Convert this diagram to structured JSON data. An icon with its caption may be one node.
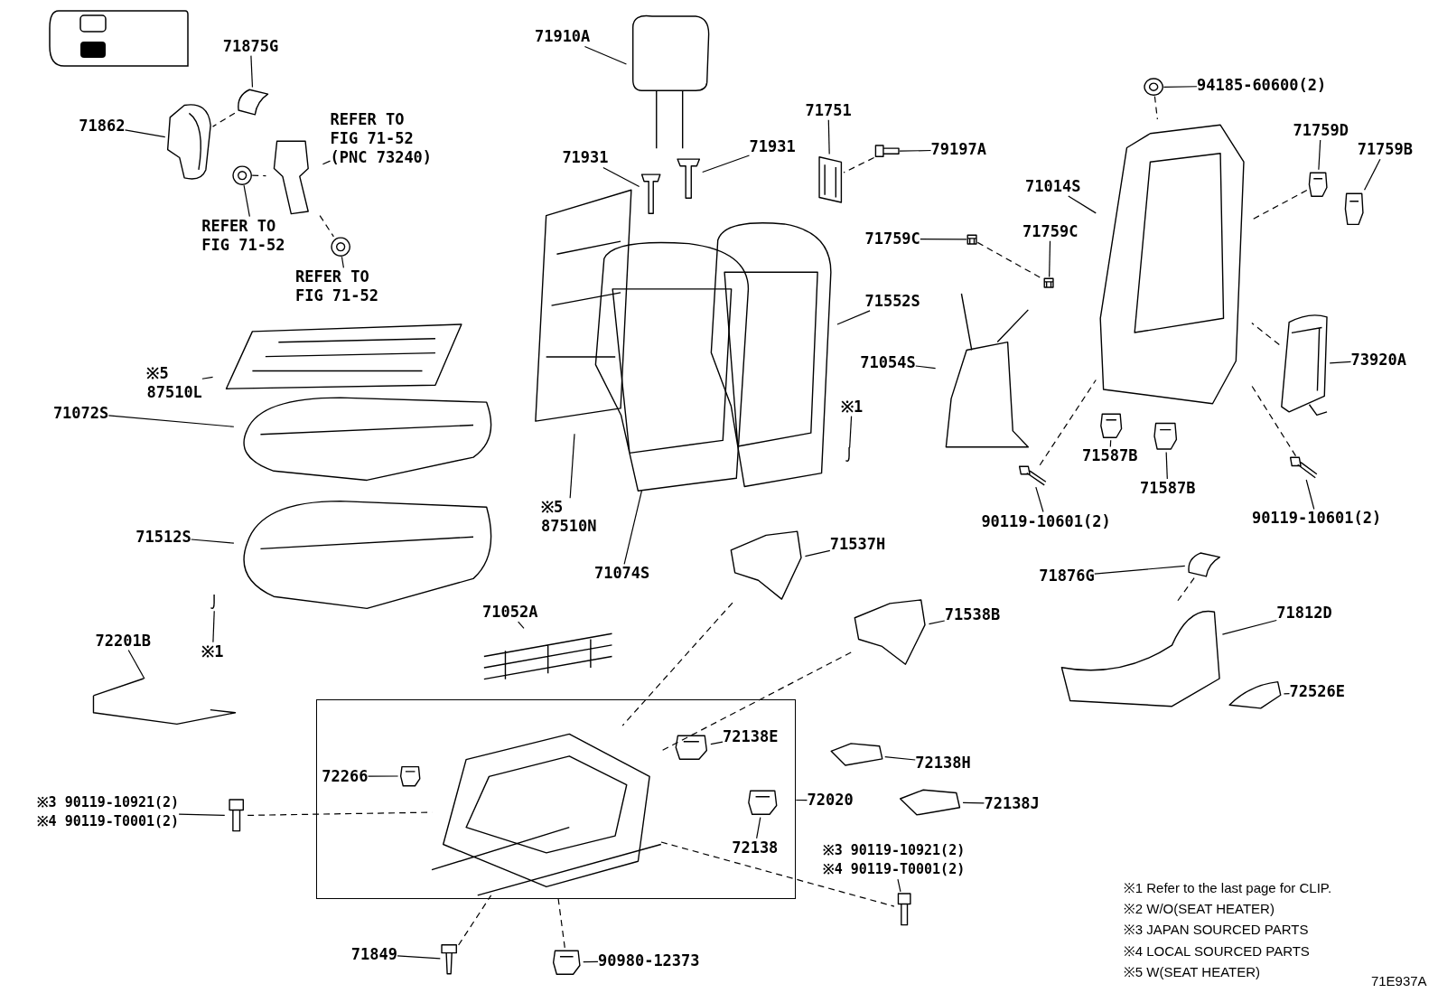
{
  "diagram": {
    "nodes": [
      {
        "text": [
          "71910A"
        ]
      },
      {
        "text": [],
        "shape": "picture"
      },
      {
        "text": [
          "71875G"
        ]
      },
      {
        "text": [],
        "shape": "picture"
      },
      {
        "text": [
          "71862"
        ]
      },
      {
        "text": [],
        "shape": "picture"
      },
      {
        "text": [
          "REFER TO FIG 71-52 (PNC 73240)"
        ]
      },
      {
        "text": [],
        "shape": "picture"
      },
      {
        "text": [
          "REFER TO FIG 71-52"
        ]
      },
      {
        "text": [],
        "shape": "picture"
      },
      {
        "text": [
          "REFER TO FIG 71-52"
        ]
      },
      {
        "text": [],
        "shape": "picture"
      },
      {
        "text": [
          "71931"
        ]
      },
      {
        "text": [],
        "shape": "picture"
      },
      {
        "text": [
          "71931"
        ]
      },
      {
        "text": [],
        "shape": "picture"
      },
      {
        "text": [
          "71751"
        ]
      },
      {
        "text": [],
        "shape": "picture"
      },
      {
        "text": [
          "79197A"
        ]
      },
      {
        "text": [],
        "shape": "picture"
      },
      {
        "text": [
          "94185-60600(2)"
        ]
      },
      {
        "text": [],
        "shape": "picture"
      },
      {
        "text": [
          "71759D"
        ]
      },
      {
        "text": [],
        "shape": "picture"
      },
      {
        "text": [
          "71759B"
        ]
      },
      {
        "text": [],
        "shape": "picture"
      },
      {
        "text": [
          "71014S"
        ]
      },
      {
        "text": [],
        "shape": "picture"
      },
      {
        "text": [
          "71759C"
        ]
      },
      {
        "text": [],
        "shape": "picture"
      },
      {
        "text": [
          "71759C"
        ]
      },
      {
        "text": [],
        "shape": "picture"
      },
      {
        "text": [
          "71552S"
        ]
      },
      {
        "text": [],
        "shape": "picture"
      },
      {
        "text": [
          "71054S"
        ]
      },
      {
        "text": [],
        "shape": "picture"
      },
      {
        "text": [
          "73920A"
        ]
      },
      {
        "text": [],
        "shape": "picture"
      },
      {
        "text": [
          "※1"
        ]
      },
      {
        "text": [],
        "shape": "picture"
      },
      {
        "text": [
          "71587B"
        ]
      },
      {
        "text": [],
        "shape": "picture"
      },
      {
        "text": [
          "71587B"
        ]
      },
      {
        "text": [],
        "shape": "picture"
      },
      {
        "text": [
          "90119-10601(2)"
        ]
      },
      {
        "text": [],
        "shape": "picture"
      },
      {
        "text": [
          "90119-10601(2)"
        ]
      },
      {
        "text": [],
        "shape": "picture"
      },
      {
        "text": [
          "71072S"
        ]
      },
      {
        "text": [],
        "shape": "picture"
      },
      {
        "text": [
          "※5",
          "87510L"
        ]
      },
      {
        "text": [],
        "shape": "picture"
      },
      {
        "text": [
          "71512S"
        ]
      },
      {
        "text": [],
        "shape": "picture"
      },
      {
        "text": [
          "※1"
        ]
      },
      {
        "text": [],
        "shape": "picture"
      },
      {
        "text": [
          "72201B"
        ]
      },
      {
        "text": [],
        "shape": "picture"
      },
      {
        "text": [
          "※5",
          "87510N"
        ]
      },
      {
        "text": [],
        "shape": "picture"
      },
      {
        "text": [
          "71074S"
        ]
      },
      {
        "text": [],
        "shape": "picture"
      },
      {
        "text": [
          "71537H"
        ]
      },
      {
        "text": [],
        "shape": "picture"
      },
      {
        "text": [
          "71538B"
        ]
      },
      {
        "text": [],
        "shape": "picture"
      },
      {
        "text": [
          "71052A"
        ]
      },
      {
        "text": [],
        "shape": "picture"
      },
      {
        "text": [
          "71876G"
        ]
      },
      {
        "text": [],
        "shape": "picture"
      },
      {
        "text": [
          "71812D"
        ]
      },
      {
        "text": [],
        "shape": "picture"
      },
      {
        "text": [
          "72526E"
        ]
      },
      {
        "text": [],
        "shape": "picture"
      },
      {
        "text": [
          "72020"
        ]
      },
      {
        "text": [],
        "shape": "box"
      },
      {
        "text": [],
        "shape": "picture",
        "in": 75
      },
      {
        "text": [
          "72266"
        ],
        "in": 75
      },
      {
        "text": [],
        "shape": "picture",
        "in": 75
      },
      {
        "text": [
          "72138E"
        ],
        "in": 75
      },
      {
        "text": [],
        "shape": "picture",
        "in": 75
      },
      {
        "text": [
          "72138"
        ],
        "in": 75
      },
      {
        "text": [],
        "shape": "picture",
        "in": 75
      },
      {
        "text": [
          "72138H"
        ]
      },
      {
        "text": [],
        "shape": "picture"
      },
      {
        "text": [
          "72138J"
        ]
      },
      {
        "text": [],
        "shape": "picture"
      },
      {
        "text": [
          "※3 90119-10921(2)",
          "※4 90119-T0001(2)"
        ]
      },
      {
        "text": [],
        "shape": "picture"
      },
      {
        "text": [
          "※3 90119-10921(2)",
          "※4 90119-T0001(2)"
        ]
      },
      {
        "text": [],
        "shape": "picture"
      },
      {
        "text": [
          "71849"
        ]
      },
      {
        "text": [],
        "shape": "picture"
      },
      {
        "text": [
          "90980-12373"
        ]
      },
      {
        "text": [],
        "shape": "picture"
      }
    ],
    "edges": [
      {
        "from": 0,
        "to": 1,
        "arrow": "none"
      },
      {
        "from": 2,
        "to": 3,
        "arrow": "none"
      },
      {
        "from": 4,
        "to": 5,
        "arrow": "none"
      },
      {
        "from": 6,
        "to": 7,
        "arrow": "none"
      },
      {
        "from": 8,
        "to": 9,
        "arrow": "none"
      },
      {
        "from": 10,
        "to": 11,
        "arrow": "none"
      },
      {
        "from": 12,
        "to": 13,
        "arrow": "none"
      },
      {
        "from": 14,
        "to": 15,
        "arrow": "none"
      },
      {
        "from": 16,
        "to": 17,
        "arrow": "none"
      },
      {
        "from": 18,
        "to": 19,
        "arrow": "none"
      },
      {
        "from": 20,
        "to": 21,
        "arrow": "none"
      },
      {
        "from": 22,
        "to": 23,
        "arrow": "none"
      },
      {
        "from": 24,
        "to": 25,
        "arrow": "none"
      },
      {
        "from": 26,
        "to": 27,
        "arrow": "none"
      },
      {
        "from": 28,
        "to": 29,
        "arrow": "none"
      },
      {
        "from": 30,
        "to": 31,
        "arrow": "none"
      },
      {
        "from": 32,
        "to": 33,
        "arrow": "none"
      },
      {
        "from": 34,
        "to": 35,
        "arrow": "none"
      },
      {
        "from": 36,
        "to": 37,
        "arrow": "none"
      },
      {
        "from": 38,
        "to": 39,
        "arrow": "none"
      },
      {
        "from": 40,
        "to": 41,
        "arrow": "none"
      },
      {
        "from": 42,
        "to": 43,
        "arrow": "none"
      },
      {
        "from": 44,
        "to": 45,
        "arrow": "none"
      },
      {
        "from": 46,
        "to": 47,
        "arrow": "none"
      },
      {
        "from": 48,
        "to": 49,
        "arrow": "none"
      },
      {
        "from": 50,
        "to": 51,
        "arrow": "none"
      },
      {
        "from": 52,
        "to": 53,
        "arrow": "none"
      },
      {
        "from": 54,
        "to": 55,
        "arrow": "none"
      },
      {
        "from": 56,
        "to": 57,
        "arrow": "none"
      },
      {
        "from": 58,
        "to": 59,
        "arrow": "none"
      },
      {
        "from": 60,
        "to": 61,
        "arrow": "none"
      },
      {
        "from": 62,
        "to": 63,
        "arrow": "none"
      },
      {
        "from": 64,
        "to": 65,
        "arrow": "none"
      },
      {
        "from": 66,
        "to": 67,
        "arrow": "none"
      },
      {
        "from": 68,
        "to": 69,
        "arrow": "none"
      },
      {
        "from": 70,
        "to": 71,
        "arrow": "none"
      },
      {
        "from": 72,
        "to": 73,
        "arrow": "none"
      },
      {
        "from": 74,
        "to": 75,
        "arrow": "none"
      },
      {
        "from": 77,
        "to": 78,
        "arrow": "none"
      },
      {
        "from": 79,
        "to": 80,
        "arrow": "none"
      },
      {
        "from": 81,
        "to": 82,
        "arrow": "none"
      },
      {
        "from": 83,
        "to": 84,
        "arrow": "none"
      },
      {
        "from": 85,
        "to": 86,
        "arrow": "none"
      },
      {
        "from": 87,
        "to": 88,
        "arrow": "none"
      },
      {
        "from": 89,
        "to": 90,
        "arrow": "none"
      },
      {
        "from": 91,
        "to": 92,
        "arrow": "none"
      },
      {
        "from": 93,
        "to": 94,
        "arrow": "none"
      },
      {
        "from": 3,
        "to": 5,
        "arrow": "none",
        "style": "dashed"
      },
      {
        "from": 9,
        "to": 7,
        "arrow": "none",
        "style": "dashed"
      },
      {
        "from": 7,
        "to": 11,
        "arrow": "none",
        "style": "dashed"
      },
      {
        "from": 19,
        "to": 17,
        "arrow": "none",
        "style": "dashed"
      },
      {
        "from": 21,
        "to": 27,
        "arrow": "none",
        "style": "dashed"
      },
      {
        "from": 29,
        "to": 31,
        "arrow": "none",
        "style": "dashed"
      },
      {
        "from": 45,
        "to": 27,
        "arrow": "none",
        "style": "dashed"
      },
      {
        "from": 47,
        "to": 27,
        "arrow": "none",
        "style": "dashed"
      },
      {
        "from": 23,
        "to": 27,
        "arrow": "none",
        "style": "dashed"
      },
      {
        "from": 37,
        "to": 27,
        "arrow": "none",
        "style": "dashed"
      },
      {
        "from": 69,
        "to": 71,
        "arrow": "none",
        "style": "dashed"
      },
      {
        "from": 88,
        "to": 76,
        "arrow": "none",
        "style": "dashed"
      },
      {
        "from": 76,
        "to": 90,
        "arrow": "none",
        "style": "dashed"
      },
      {
        "from": 92,
        "to": 76,
        "arrow": "none",
        "style": "dashed"
      },
      {
        "from": 94,
        "to": 76,
        "arrow": "none",
        "style": "dashed"
      },
      {
        "from": 63,
        "to": 76,
        "arrow": "none",
        "style": "dashed"
      },
      {
        "from": 65,
        "to": 76,
        "arrow": "none",
        "style": "dashed"
      }
    ],
    "labels": [
      "※1 Refer to the last page for CLIP.",
      "※2 W/O(SEAT HEATER)",
      "※3 JAPAN SOURCED PARTS",
      "※4 LOCAL SOURCED PARTS",
      "※5 W(SEAT HEATER)",
      "71E937A"
    ]
  }
}
